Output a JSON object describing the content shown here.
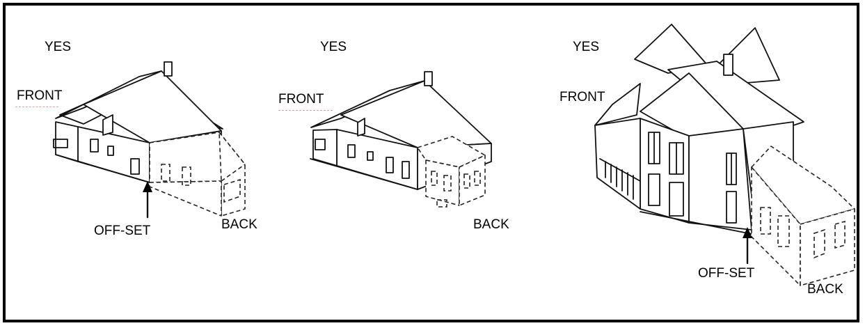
{
  "panels": [
    {
      "yes": "YES",
      "front": "FRONT",
      "offset": "OFF-SET",
      "back": "BACK"
    },
    {
      "yes": "YES",
      "front": "FRONT",
      "back": "BACK"
    },
    {
      "yes": "YES",
      "front": "FRONT",
      "offset": "OFF-SET",
      "back": "BACK"
    }
  ]
}
